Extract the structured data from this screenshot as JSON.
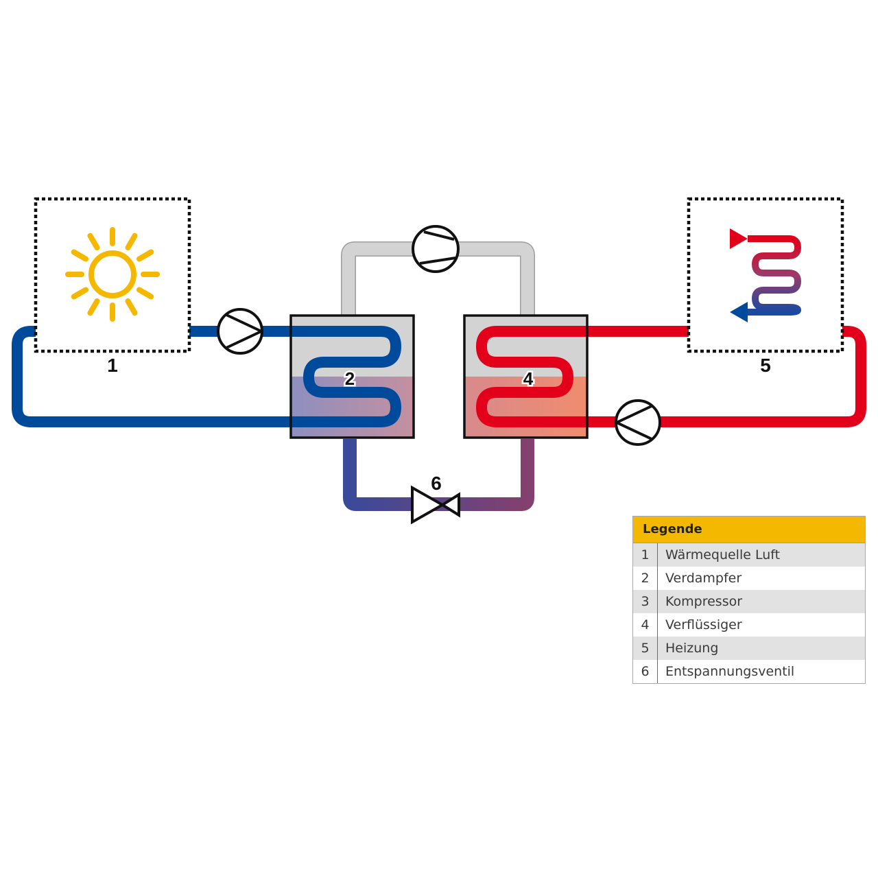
{
  "diagram": {
    "title": "Wärmepumpe Kreislauf",
    "labels": {
      "source": "1",
      "evaporator": "2",
      "condenser": "4",
      "heating": "5",
      "valve": "6"
    },
    "icons": {
      "source": "sun-icon",
      "heating": "radiator-coil-icon",
      "compressor": "compressor-icon",
      "pump_left": "pump-icon",
      "pump_right": "pump-icon",
      "valve": "expansion-valve-icon"
    },
    "colors": {
      "cold": "#004a9b",
      "hot": "#e2001a",
      "sun": "#f5b800",
      "compressor_line": "#d3d3d3",
      "legend_header": "#f5b800"
    }
  },
  "legend": {
    "title": "Legende",
    "items": [
      {
        "num": "1",
        "label": "Wärmequelle Luft"
      },
      {
        "num": "2",
        "label": "Verdampfer"
      },
      {
        "num": "3",
        "label": "Kompressor"
      },
      {
        "num": "4",
        "label": "Verflüssiger"
      },
      {
        "num": "5",
        "label": "Heizung"
      },
      {
        "num": "6",
        "label": "Entspannungsventil"
      }
    ]
  }
}
